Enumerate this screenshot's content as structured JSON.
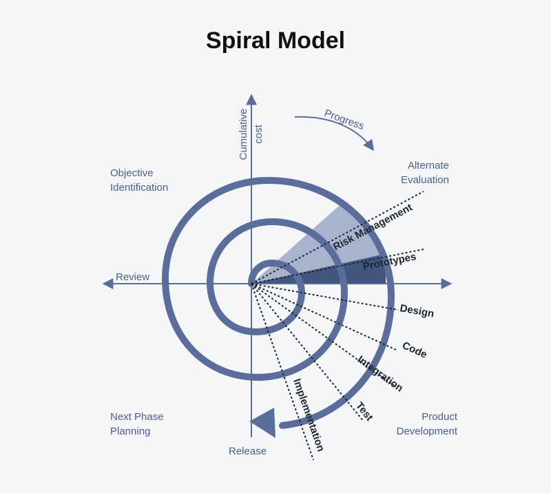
{
  "title": "Spiral Model",
  "colors": {
    "primary": "#5b6d9a",
    "dark": "#4a5d8a",
    "prototype_fill": "#43567f",
    "risk_fill": "#9aa8c5",
    "text_dark": "#1e2430",
    "background": "#f5f6f8"
  },
  "axes": {
    "y_label_line1": "Cumulative",
    "y_label_line2": "cost",
    "left_label": "Review",
    "bottom_label": "Release"
  },
  "quadrants": {
    "top_left_line1": "Objective",
    "top_left_line2": "Identification",
    "top_right_line1": "Alternate",
    "top_right_line2": "Evaluation",
    "bottom_left_line1": "Next Phase",
    "bottom_left_line2": "Planning",
    "bottom_right_line1": "Product",
    "bottom_right_line2": "Development"
  },
  "progress_label": "Progress",
  "phases": {
    "risk_management": "Risk Management",
    "prototypes": "Prototypes",
    "design": "Design",
    "code": "Code",
    "integration": "Integration",
    "test": "Test",
    "implementation": "Implementation"
  }
}
